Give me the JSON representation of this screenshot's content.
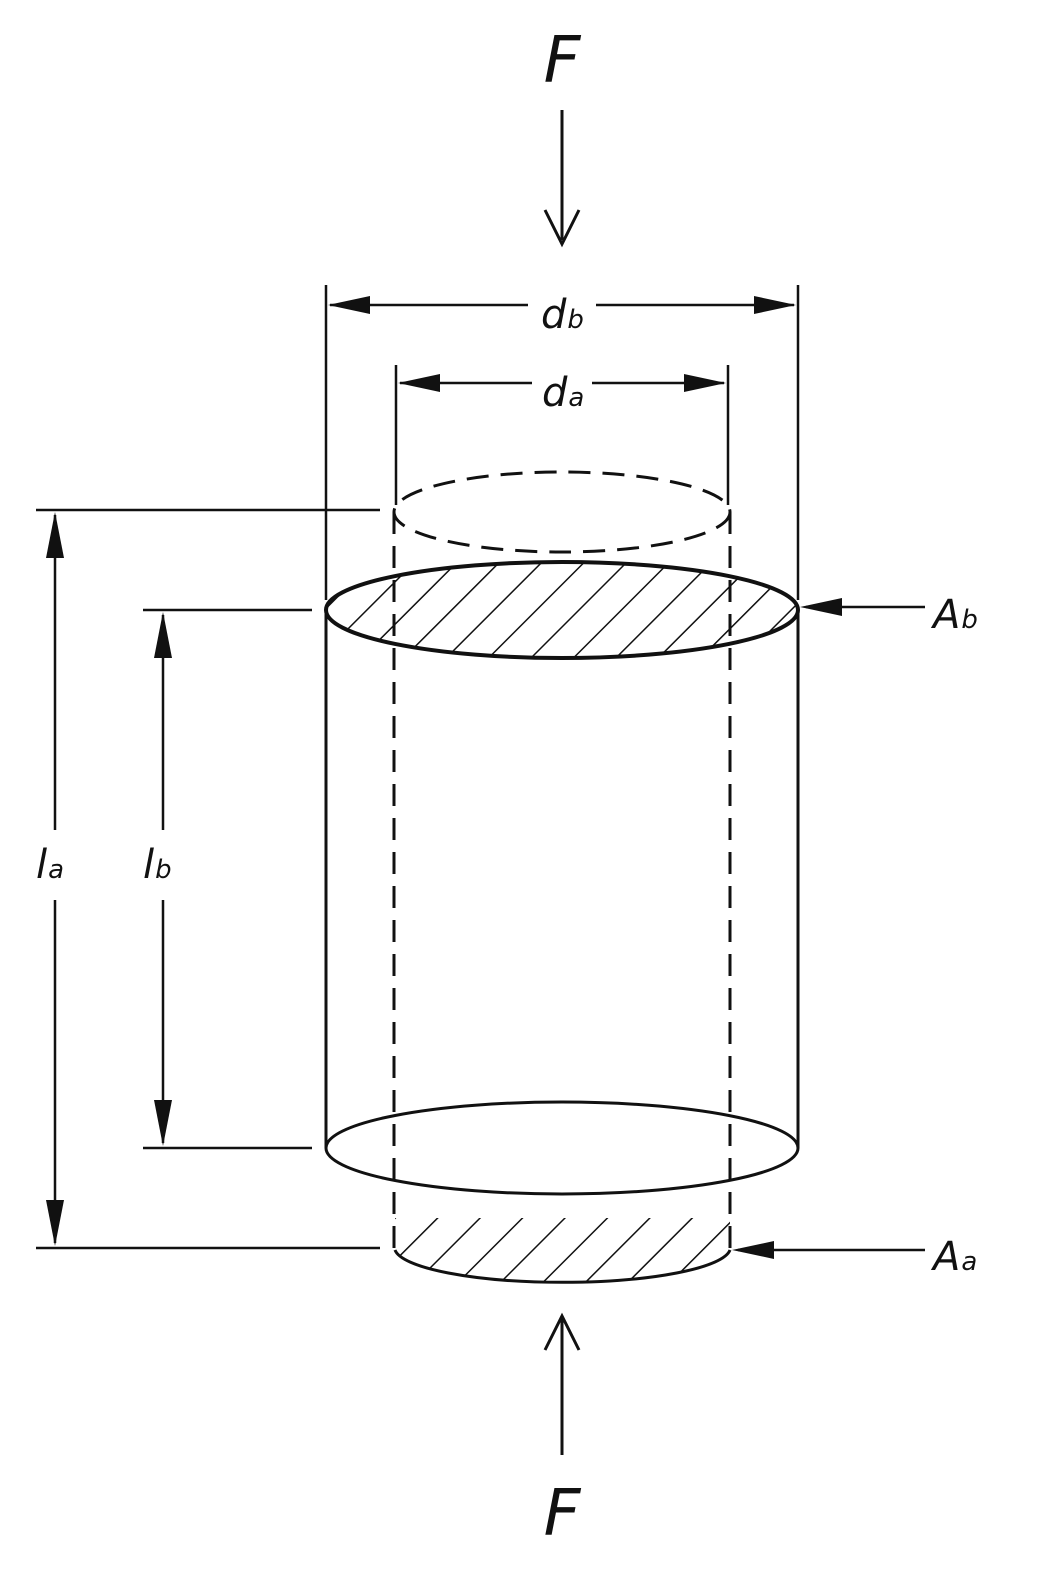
{
  "diagram": {
    "force_top": "F",
    "force_bottom": "F",
    "diameter_b": {
      "main": "d",
      "sub": "b"
    },
    "diameter_a": {
      "main": "d",
      "sub": "a"
    },
    "length_a": {
      "main": "l",
      "sub": "a"
    },
    "length_b": {
      "main": "l",
      "sub": "b"
    },
    "area_b": {
      "main": "A",
      "sub": "b"
    },
    "area_a": {
      "main": "A",
      "sub": "a"
    }
  },
  "colors": {
    "line": "#111111",
    "background": "#ffffff"
  }
}
